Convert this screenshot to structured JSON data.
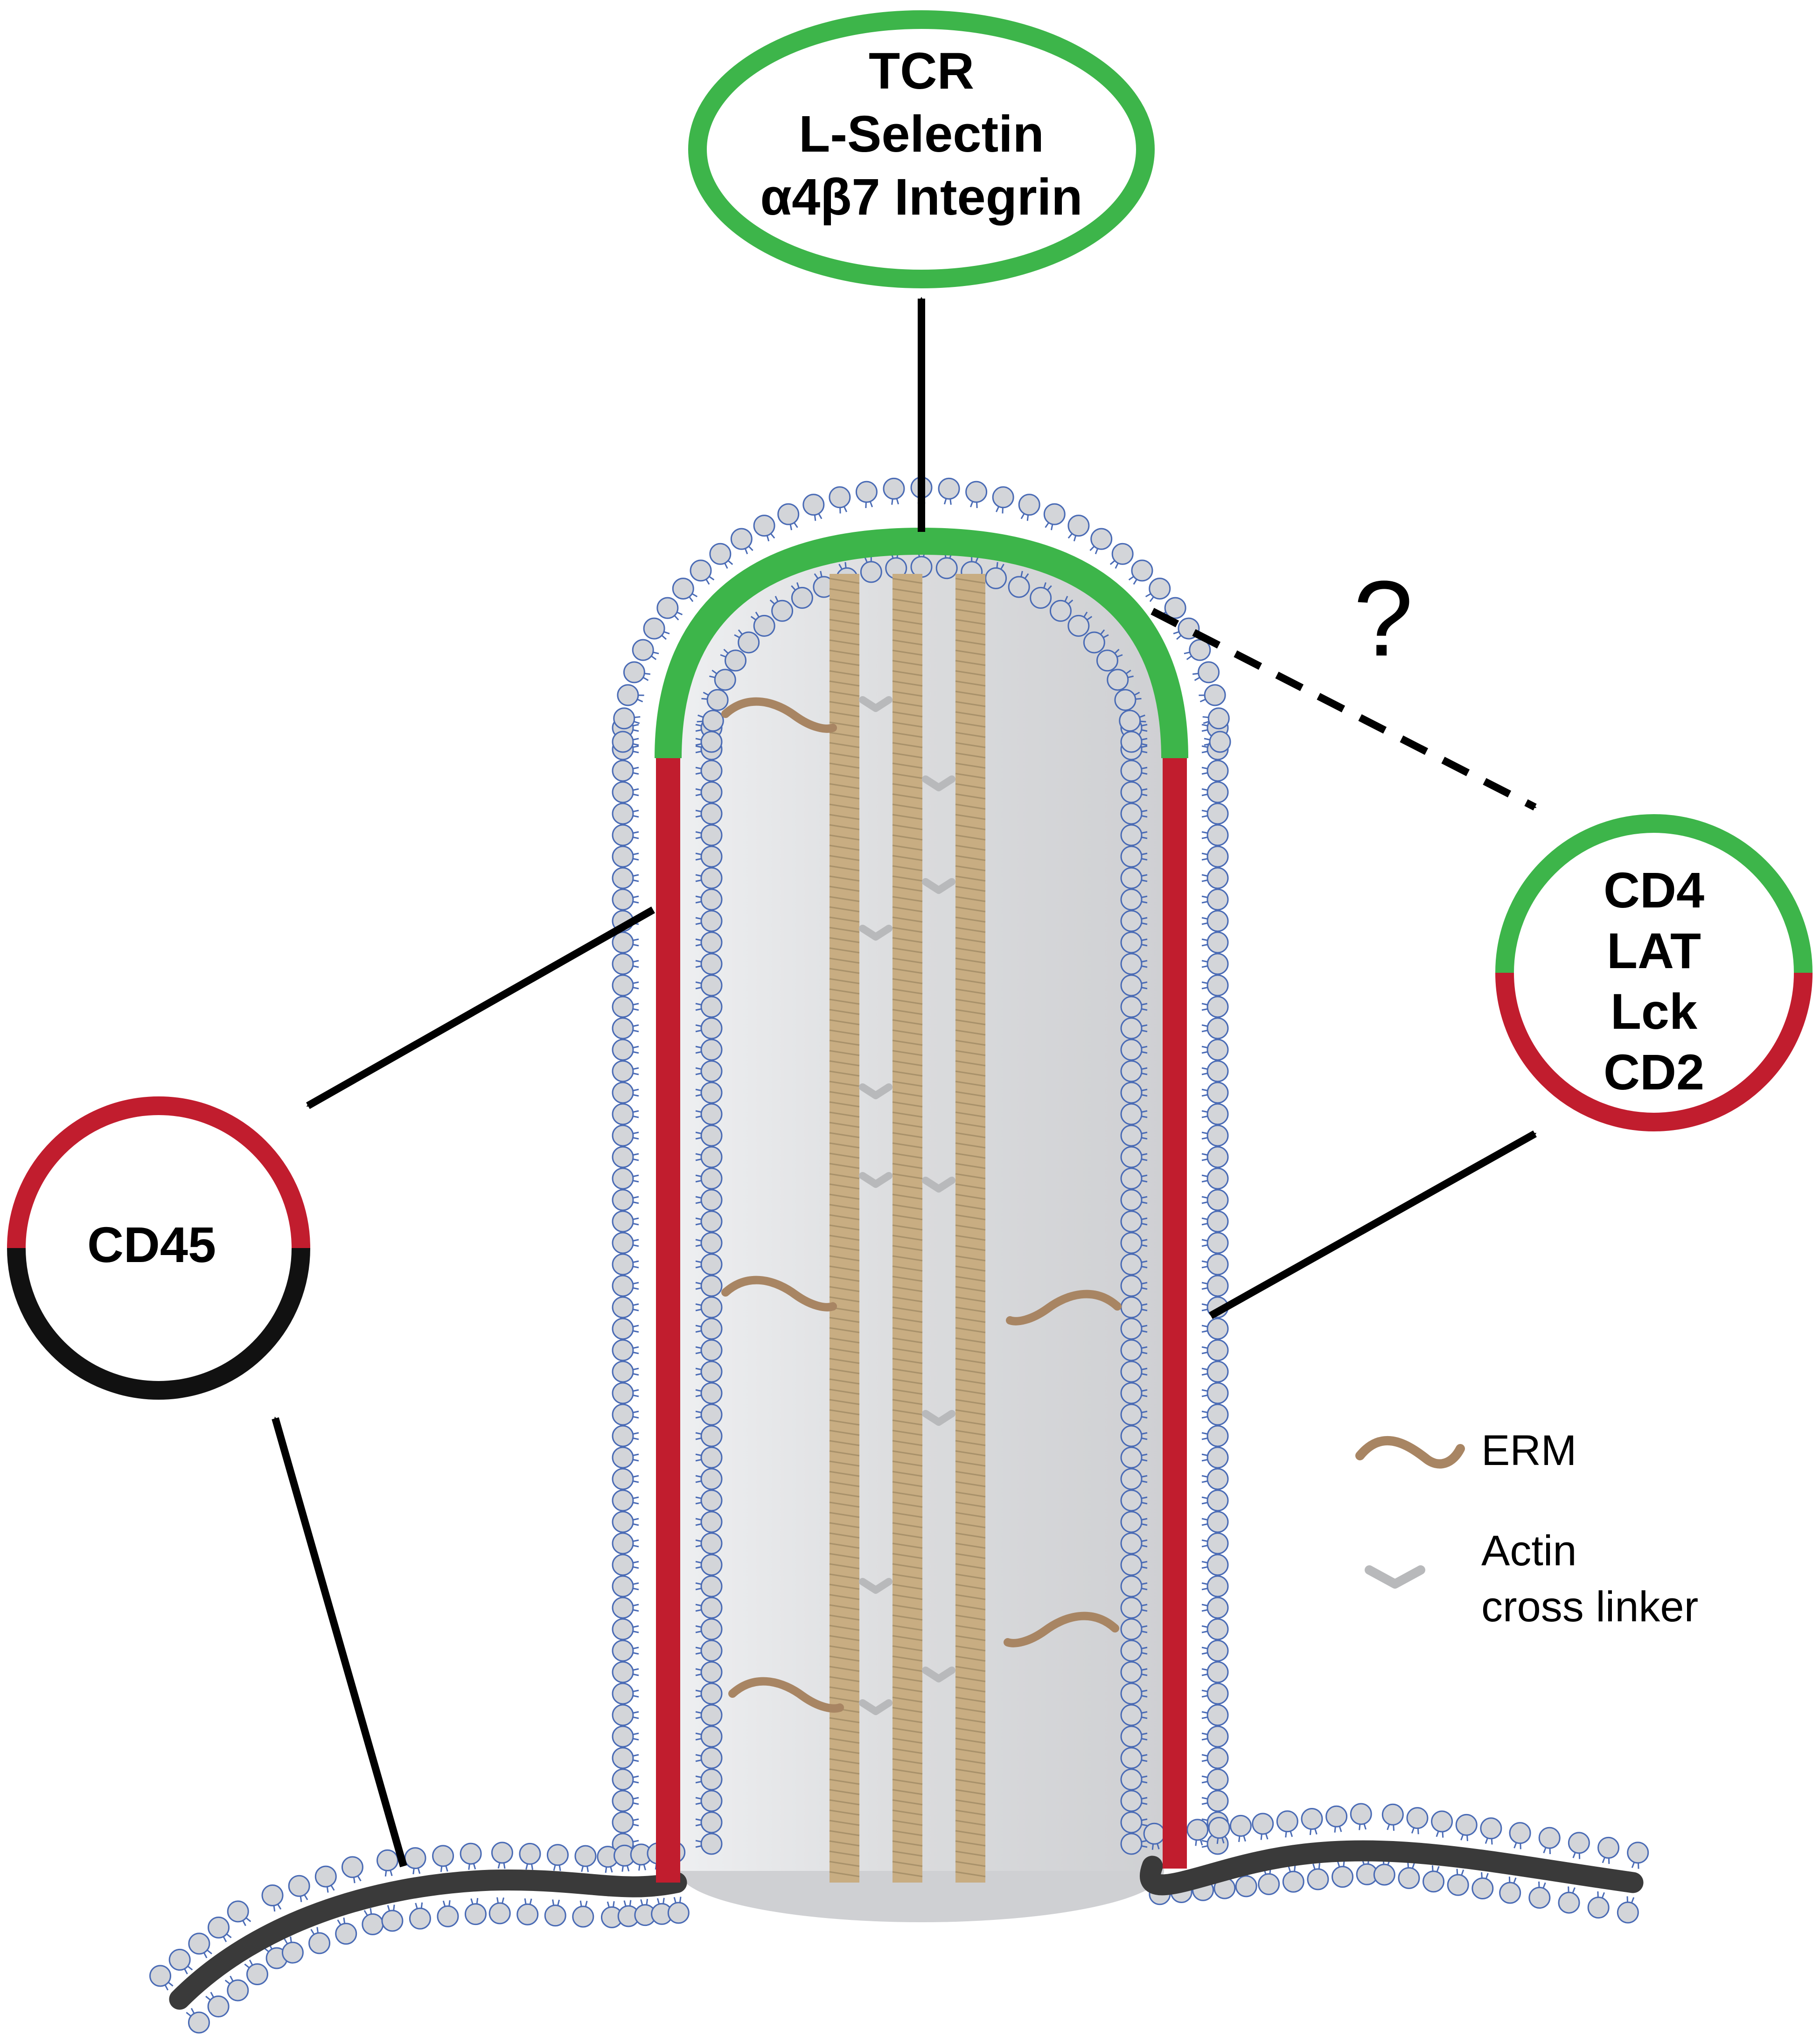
{
  "colors": {
    "tip_domain": "#3db54a",
    "shaft_domain": "#c11d2e",
    "base_membrane": "#3a3a3a",
    "lipid_head": "#d3d5d9",
    "lipid_outline": "#4a6bb5",
    "erm": "#a88563",
    "actin": "#c8ad82",
    "crosslinker": "#b8b9bb",
    "cytoplasm": "#e1e2e4"
  },
  "labels": {
    "tip_oval": [
      "TCR",
      "L-Selectin",
      "α4β7 Integrin"
    ],
    "right_circle": [
      "CD4",
      "LAT",
      "Lck",
      "CD2"
    ],
    "left_circle": [
      "CD45"
    ],
    "question": "?"
  },
  "legend": {
    "erm": "ERM",
    "crosslinker_line1": "Actin",
    "crosslinker_line2": "cross linker"
  },
  "icons": {
    "erm": "wavy-line-icon",
    "crosslinker": "chevron-icon",
    "lipid": "lipid-bilayer-icon"
  }
}
